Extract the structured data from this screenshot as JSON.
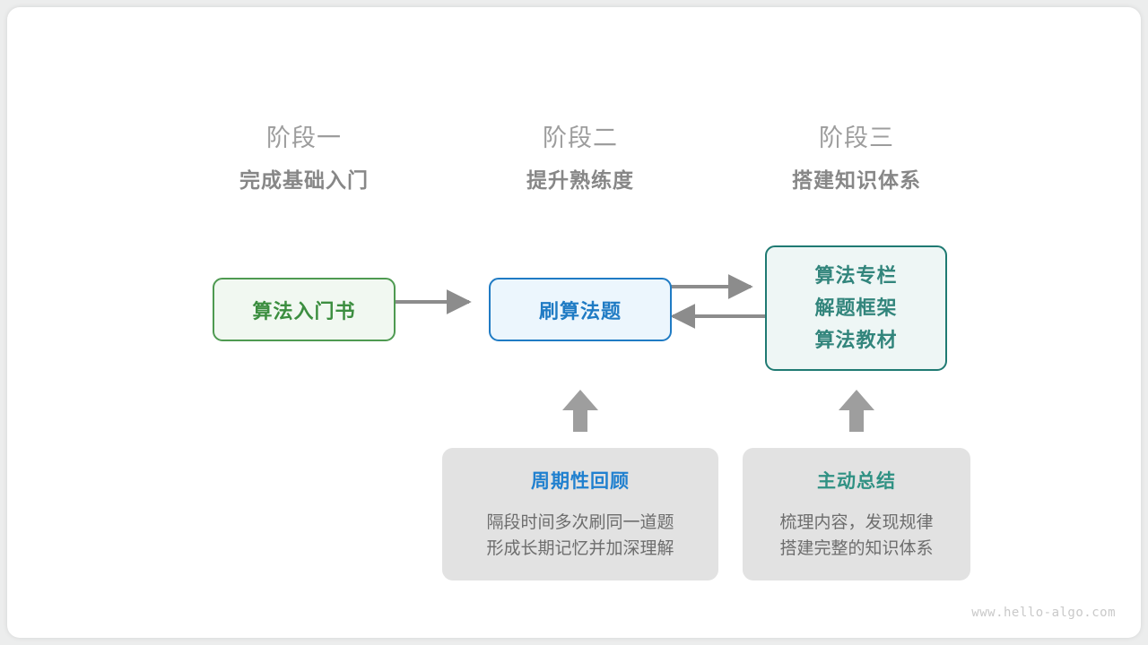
{
  "canvas": {
    "background_color": "#ffffff",
    "page_background_color": "#eceded"
  },
  "stages": [
    {
      "phase": "阶段一",
      "title": "完成基础入门"
    },
    {
      "phase": "阶段二",
      "title": "提升熟练度"
    },
    {
      "phase": "阶段三",
      "title": "搭建知识体系"
    }
  ],
  "nodes": {
    "book": {
      "label": "算法入门书",
      "color": "#3c8e40",
      "border_color": "#4e9a51",
      "fill_color": "#f1f8f1"
    },
    "practice": {
      "label": "刷算法题",
      "color": "#1f7bc4",
      "border_color": "#1f7bc4",
      "fill_color": "#ecf6fd"
    },
    "resources": {
      "lines": [
        "算法专栏",
        "解题框架",
        "算法教材"
      ],
      "color": "#32857c",
      "border_color": "#1f7a72",
      "fill_color": "#eef6f5"
    }
  },
  "cards": [
    {
      "title": "周期性回顾",
      "title_color": "#2080cf",
      "body_lines": [
        "隔段时间多次刷同一道题",
        "形成长期记忆并加深理解"
      ]
    },
    {
      "title": "主动总结",
      "title_color": "#2f9183",
      "body_lines": [
        "梳理内容，发现规律",
        "搭建完整的知识体系"
      ]
    }
  ],
  "connectors": {
    "color": "#8c8c8c",
    "items": [
      {
        "name": "book-to-practice",
        "direction": "right"
      },
      {
        "name": "practice-to-resources",
        "direction": "right"
      },
      {
        "name": "resources-to-practice",
        "direction": "left"
      },
      {
        "name": "review-to-practice",
        "direction": "up"
      },
      {
        "name": "summary-to-resources",
        "direction": "up"
      }
    ]
  },
  "watermark": {
    "text": "www.hello-algo.com"
  }
}
